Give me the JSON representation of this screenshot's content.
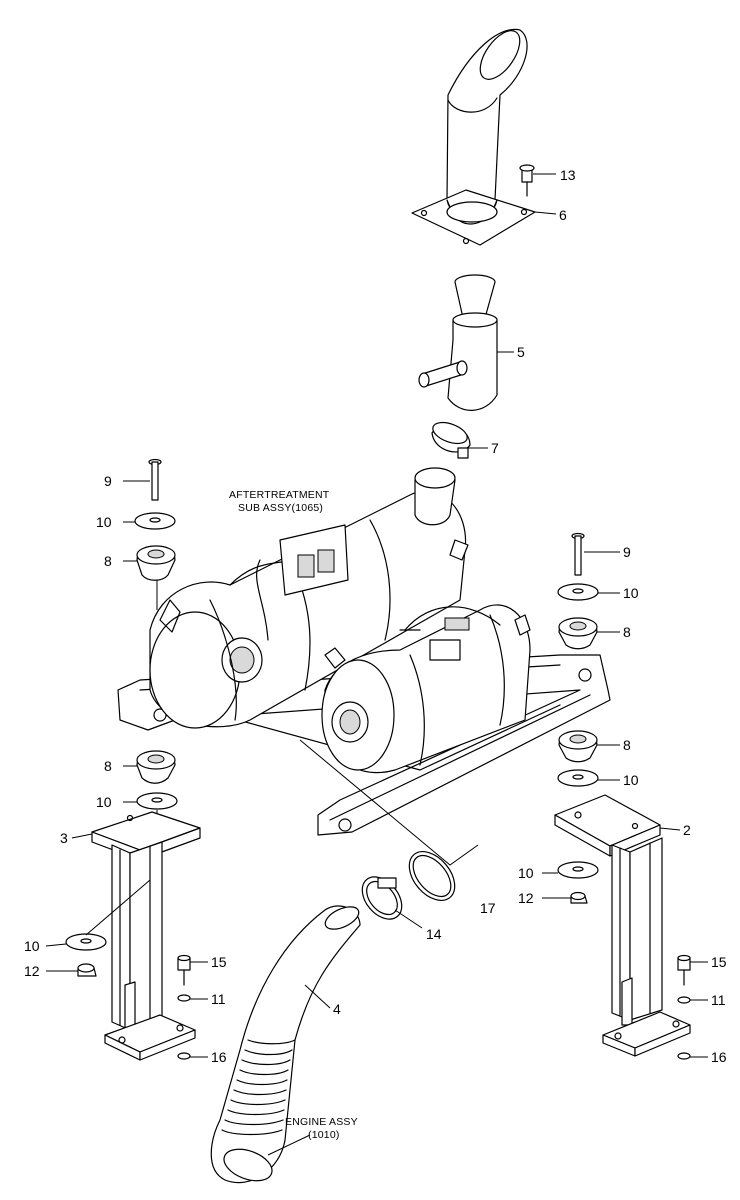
{
  "labels": {
    "aftertreatment_line1": "AFTERTREATMENT",
    "aftertreatment_line2": "SUB ASSY(1065)",
    "engine_line1": "ENGINE ASSY",
    "engine_line2": "(1010)"
  },
  "callouts": {
    "c13": "13",
    "c6": "6",
    "c5": "5",
    "c7": "7",
    "c9_left": "9",
    "c10_left_top": "10",
    "c8_left_top": "8",
    "c9_right": "9",
    "c10_right_top": "10",
    "c8_right_top": "8",
    "c8_right_mid": "8",
    "c10_right_mid": "10",
    "c8_left_mid": "8",
    "c10_left_mid": "10",
    "c3": "3",
    "c2": "2",
    "c10_right_low": "10",
    "c12_right": "12",
    "c17": "17",
    "c14": "14",
    "c10_left_low": "10",
    "c12_left": "12",
    "c15_left": "15",
    "c11_left": "11",
    "c16_left": "16",
    "c4": "4",
    "c15_right": "15",
    "c11_right": "11",
    "c16_right": "16"
  }
}
